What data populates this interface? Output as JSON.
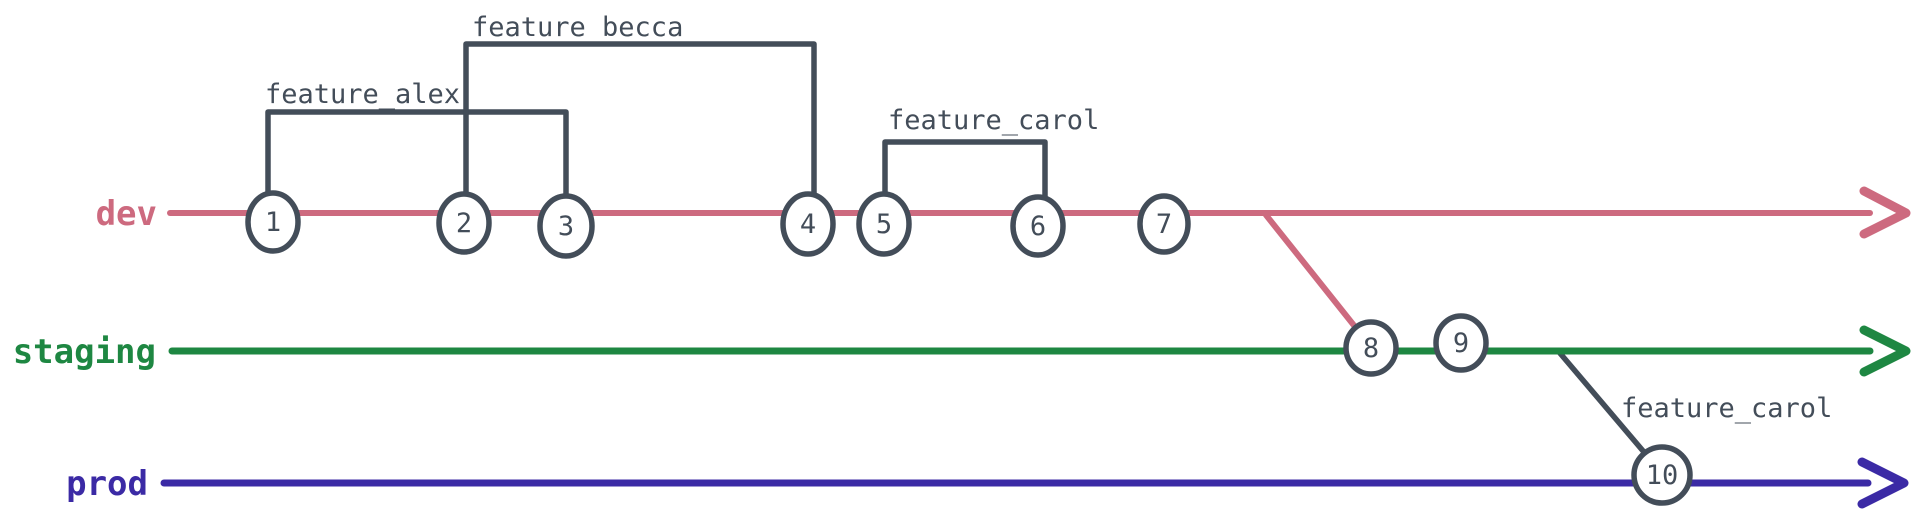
{
  "colors": {
    "background": "#ffffff",
    "dev": "#cd6a7f",
    "staging": "#1e8742",
    "prod": "#3b2aa5",
    "ink": "#434d59",
    "commit_fill": "#ffffff"
  },
  "branches": {
    "dev": {
      "label": "dev"
    },
    "staging": {
      "label": "staging"
    },
    "prod": {
      "label": "prod"
    }
  },
  "features": [
    {
      "label": "feature_alex",
      "from": "1",
      "to": "3"
    },
    {
      "label": "feature_becca",
      "from": "2",
      "to": "4"
    },
    {
      "label": "feature_carol",
      "from": "5",
      "to": "6"
    },
    {
      "label": "feature_carol",
      "from": "staging",
      "to": "10"
    }
  ],
  "commits": [
    {
      "label": "1",
      "branch": "dev"
    },
    {
      "label": "2",
      "branch": "dev"
    },
    {
      "label": "3",
      "branch": "dev"
    },
    {
      "label": "4",
      "branch": "dev"
    },
    {
      "label": "5",
      "branch": "dev"
    },
    {
      "label": "6",
      "branch": "dev"
    },
    {
      "label": "7",
      "branch": "dev"
    },
    {
      "label": "8",
      "branch": "staging"
    },
    {
      "label": "9",
      "branch": "staging"
    },
    {
      "label": "10",
      "branch": "prod"
    }
  ]
}
